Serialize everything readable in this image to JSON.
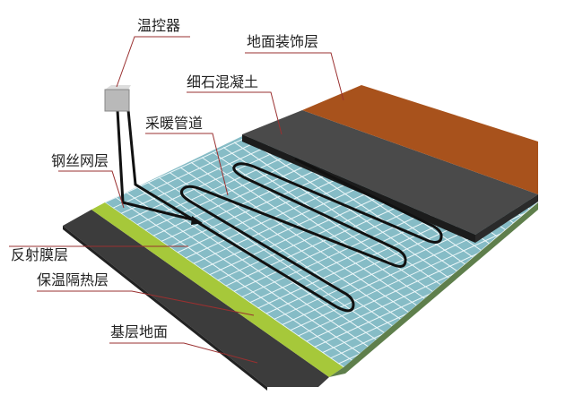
{
  "labels": {
    "thermostat": "温控器",
    "floor_finish": "地面装饰层",
    "fine_concrete": "细石混凝土",
    "heating_pipe": "采暖管道",
    "steel_mesh": "钢丝网层",
    "reflective_film": "反射膜层",
    "insulation": "保温隔热层",
    "base_floor": "基层地面"
  },
  "colors": {
    "floor_finish": "#a8521c",
    "fine_concrete": "#4a4a4a",
    "reflective_film": "#86bcc6",
    "insulation": "#a6c83a",
    "base_floor": "#3c3c3c",
    "pipe": "#111111",
    "leader": "#9a3030"
  }
}
